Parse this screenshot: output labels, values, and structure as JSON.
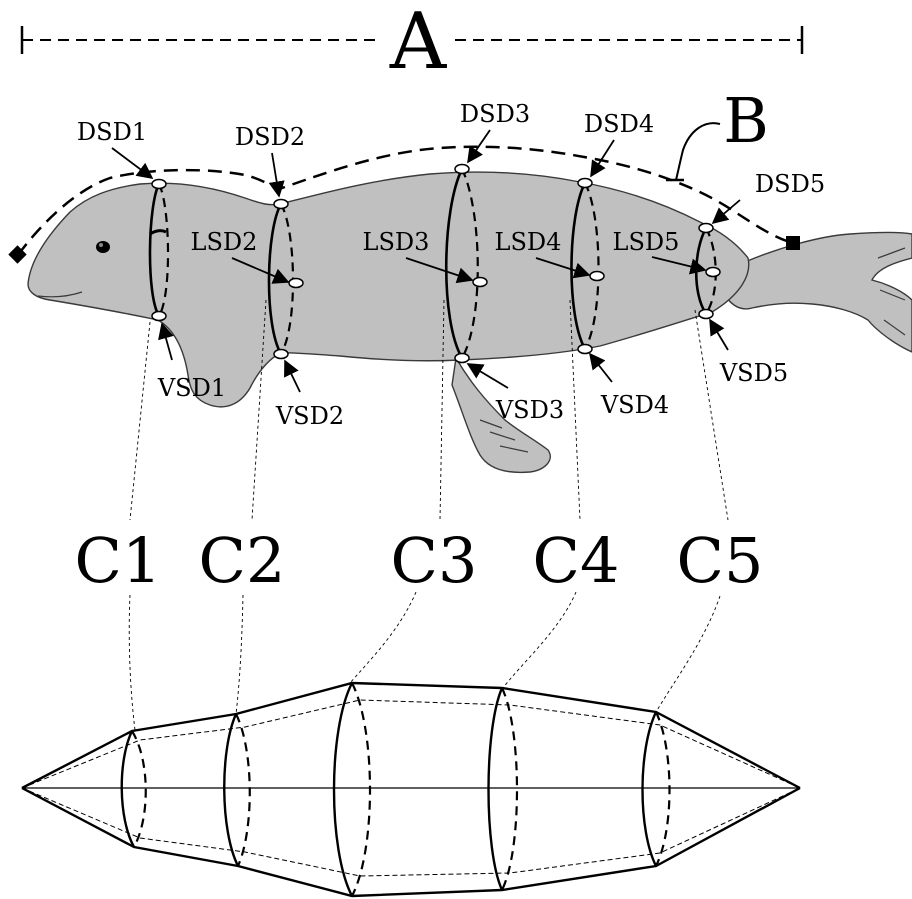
{
  "labels": {
    "A": "A",
    "B": "B",
    "sections": [
      "C1",
      "C2",
      "C3",
      "C4",
      "C5"
    ],
    "dorsal": [
      "DSD1",
      "DSD2",
      "DSD3",
      "DSD4",
      "DSD5"
    ],
    "lateral": [
      "LSD2",
      "LSD3",
      "LSD4",
      "LSD5"
    ],
    "ventral": [
      "VSD1",
      "VSD2",
      "VSD3",
      "VSD4",
      "VSD5"
    ]
  }
}
